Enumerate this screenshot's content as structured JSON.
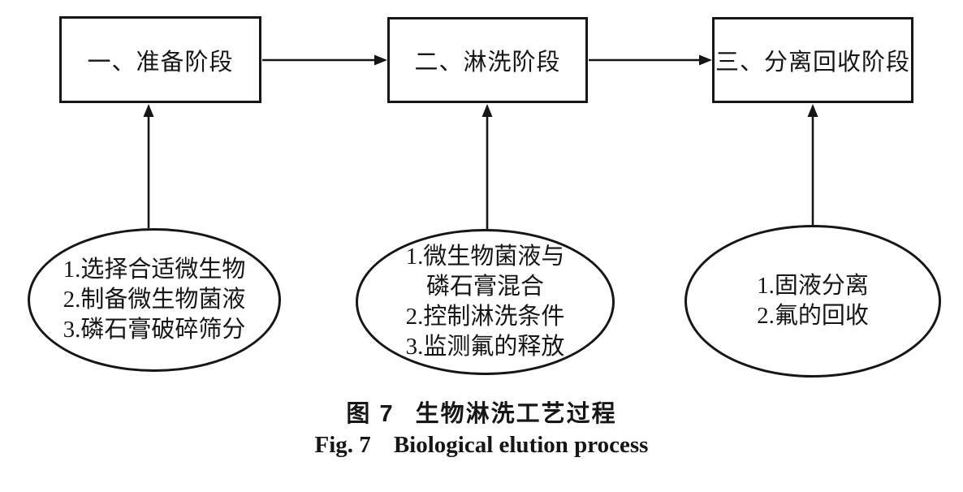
{
  "stages": [
    {
      "label": "一、准备阶段",
      "details": [
        "1.选择合适微生物",
        "2.制备微生物菌液",
        "3.磷石膏破碎筛分"
      ]
    },
    {
      "label": "二、淋洗阶段",
      "details": [
        "1.微生物菌液与",
        "磷石膏混合",
        "2.控制淋洗条件",
        "3.监测氟的释放"
      ]
    },
    {
      "label": "三、分离回收阶段",
      "details": [
        "1.固液分离",
        "2.氟的回收"
      ]
    }
  ],
  "caption": {
    "zh_prefix": "图 7",
    "zh_title": "生物淋洗工艺过程",
    "en_prefix": "Fig. 7",
    "en_title": "Biological elution process"
  },
  "colors": {
    "stroke": "#161616",
    "background": "#ffffff"
  }
}
